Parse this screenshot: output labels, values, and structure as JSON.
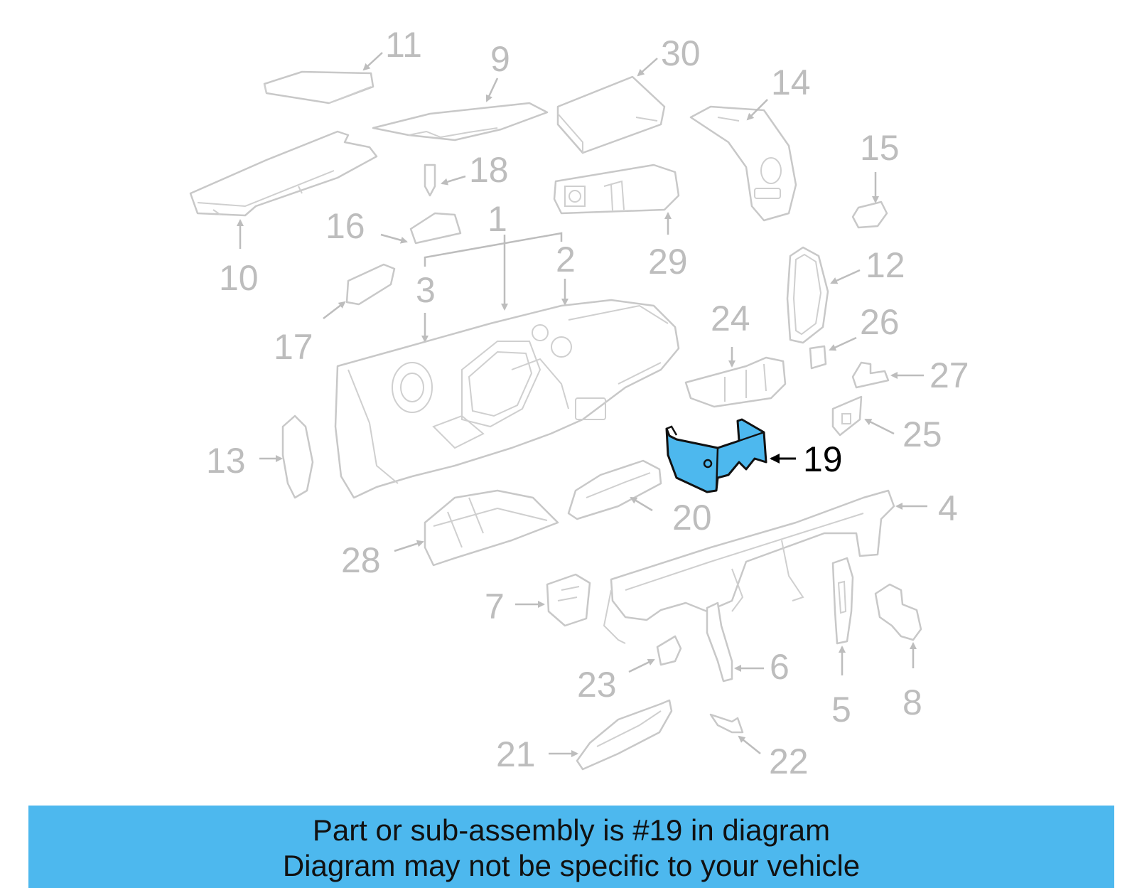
{
  "diagram": {
    "highlighted_part": "19",
    "highlight_color": "#4db8ee",
    "callouts": [
      "11",
      "9",
      "30",
      "14",
      "18",
      "15",
      "16",
      "1",
      "10",
      "2",
      "29",
      "12",
      "3",
      "17",
      "24",
      "26",
      "27",
      "25",
      "13",
      "19",
      "4",
      "20",
      "28",
      "7",
      "6",
      "23",
      "5",
      "8",
      "21",
      "22"
    ]
  },
  "banner": {
    "line1": "Part or sub-assembly is #19 in diagram",
    "line2": "Diagram may not be specific to your vehicle",
    "background": "#4db8ee"
  }
}
